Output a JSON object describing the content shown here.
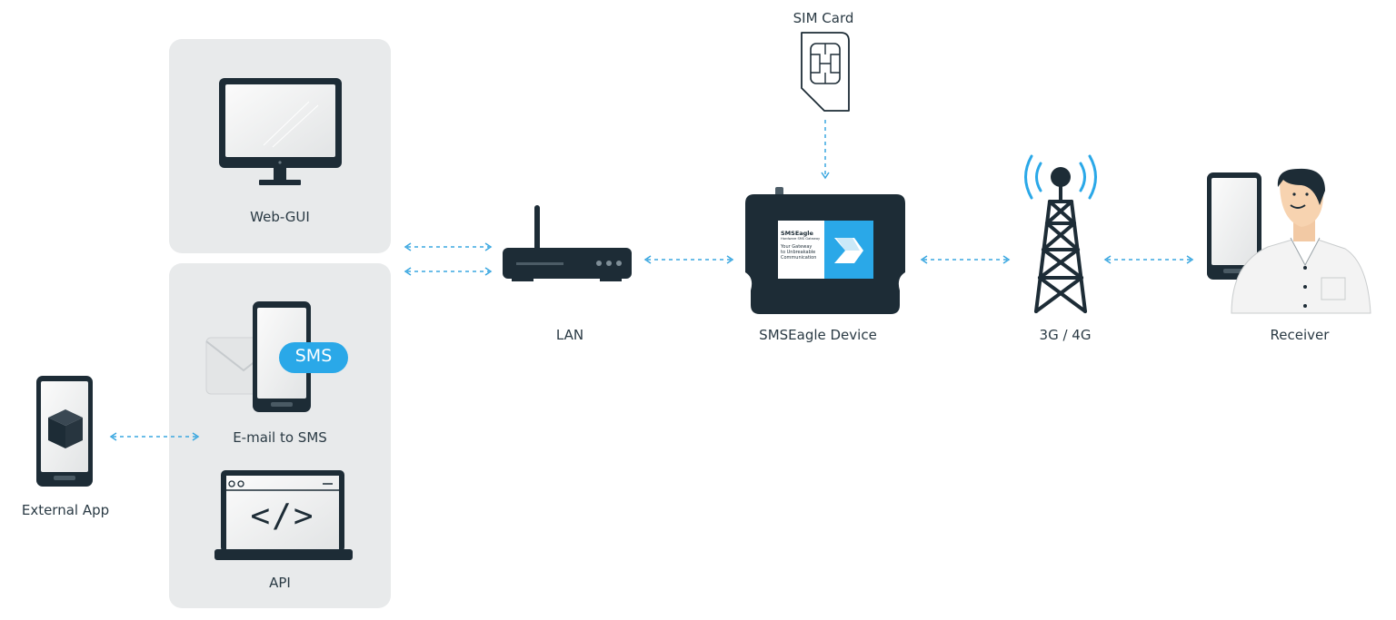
{
  "labels": {
    "sim_card": "SIM Card",
    "web_gui": "Web-GUI",
    "email_to_sms": "E-mail to SMS",
    "api": "API",
    "external_app": "External App",
    "lan": "LAN",
    "device": "SMSEagle Device",
    "network": "3G / 4G",
    "receiver": "Receiver"
  },
  "sms_badge": "SMS",
  "device_screen": {
    "brand": "SMSEagle",
    "brand_sub": "Hardware SMS Gateway",
    "tagline_1": "Your Gateway",
    "tagline_2": "to Unbreakable",
    "tagline_3": "Communication"
  },
  "api_code_symbol": "</>",
  "colors": {
    "panel": "#e8eaeb",
    "dark": "#1d2c36",
    "accent": "#2aa8e8",
    "arrow": "#3aa7e0"
  },
  "icons": [
    "monitor-icon",
    "envelope-icon",
    "phone-icon",
    "laptop-code-icon",
    "cube-icon",
    "router-icon",
    "sim-card-icon",
    "gateway-device-icon",
    "cell-tower-icon",
    "person-icon"
  ]
}
